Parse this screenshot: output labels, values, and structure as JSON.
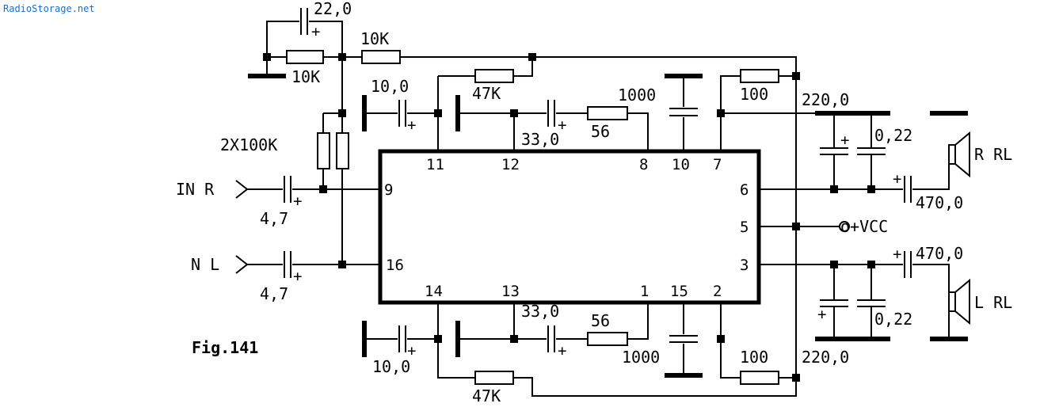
{
  "watermark": "RadioStorage.net",
  "figure_caption": "Fig.141",
  "ic_pins": {
    "p11": "11",
    "p12": "12",
    "p8": "8",
    "p10": "10",
    "p7": "7",
    "p9": "9",
    "p16": "16",
    "p6": "6",
    "p5": "5",
    "p3": "3",
    "p14": "14",
    "p13": "13",
    "p1": "1",
    "p15": "15",
    "p2": "2"
  },
  "inputs": {
    "right": "IN R",
    "left": "N L"
  },
  "supply_label": "o+VCC",
  "outputs": {
    "speaker_right": "R RL",
    "speaker_left": "L RL"
  },
  "components": {
    "c_feedback_top": "22,0",
    "r_top_series": "10K",
    "r_top_shunt": "10K",
    "r_bias_pair": "2X100K",
    "c_in_r": "4,7",
    "c_in_l": "4,7",
    "c_pin11": "10,0",
    "r_pin11": "47K",
    "c_pin12": "33,0",
    "r_pin12": "56",
    "c_pin10": "1000",
    "r_pin7": "100",
    "c_pin7": "220,0",
    "c_snub_r": "0,22",
    "c_out_r": "470,0",
    "c_out_l": "470,0",
    "c_snub_l": "0,22",
    "c_pin14": "10,0",
    "r_pin14": "47K",
    "c_pin13": "33,0",
    "r_pin13": "56",
    "c_pin15": "1000",
    "r_pin2": "100",
    "c_pin2": "220,0",
    "plus_sign": "+"
  }
}
